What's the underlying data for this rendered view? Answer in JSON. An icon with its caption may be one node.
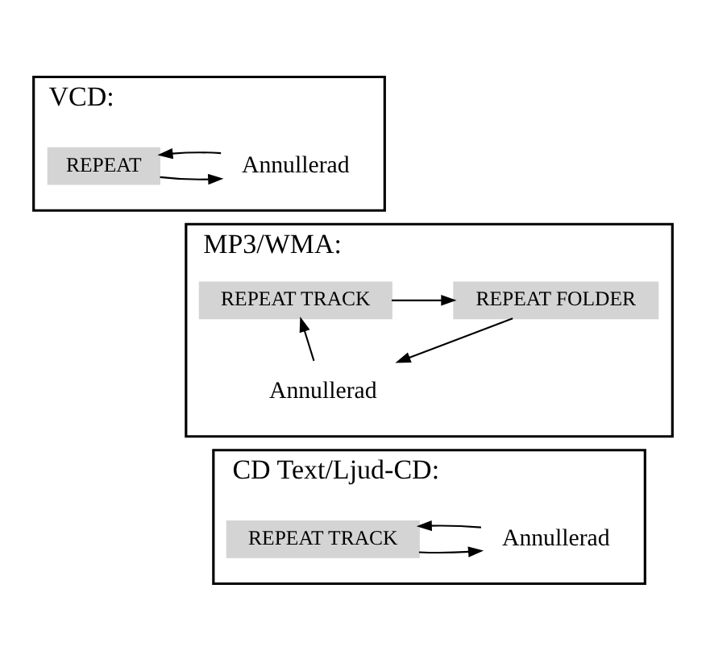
{
  "diagram": {
    "nodes": [
      {
        "text": [
          "VCD:"
        ]
      },
      {
        "text": [
          "REPEAT"
        ],
        "in": 0
      },
      {
        "text": [
          "Annullerad"
        ],
        "in": 0
      },
      {
        "text": [
          "MP3/WMA:"
        ]
      },
      {
        "text": [
          "REPEAT TRACK"
        ],
        "in": 3
      },
      {
        "text": [
          "REPEAT FOLDER"
        ],
        "in": 3
      },
      {
        "text": [
          "Annullerad"
        ],
        "in": 3
      },
      {
        "text": [
          "CD Text/Ljud-CD:"
        ]
      },
      {
        "text": [
          "REPEAT TRACK"
        ],
        "in": 7
      },
      {
        "text": [
          "Annullerad"
        ],
        "in": 7
      }
    ],
    "edges": [
      {
        "from": 1,
        "to": 2,
        "arrow": "to"
      },
      {
        "from": 2,
        "to": 1,
        "arrow": "to"
      },
      {
        "from": 4,
        "to": 5,
        "arrow": "to"
      },
      {
        "from": 5,
        "to": 6,
        "arrow": "to"
      },
      {
        "from": 6,
        "to": 4,
        "arrow": "to"
      },
      {
        "from": 8,
        "to": 9,
        "arrow": "to"
      },
      {
        "from": 9,
        "to": 8,
        "arrow": "to"
      }
    ]
  }
}
